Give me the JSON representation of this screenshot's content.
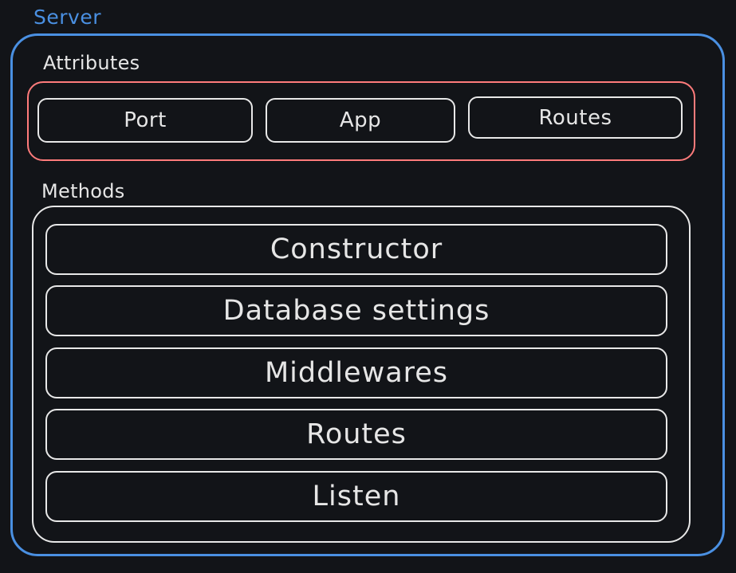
{
  "server": {
    "title": "Server",
    "color": "#4a90e2"
  },
  "attributes": {
    "label": "Attributes",
    "color": "#ff7b7b",
    "items": [
      "Port",
      "App",
      "Routes"
    ]
  },
  "methods": {
    "label": "Methods",
    "items": [
      "Constructor",
      "Database settings",
      "Middlewares",
      "Routes",
      "Listen"
    ]
  }
}
